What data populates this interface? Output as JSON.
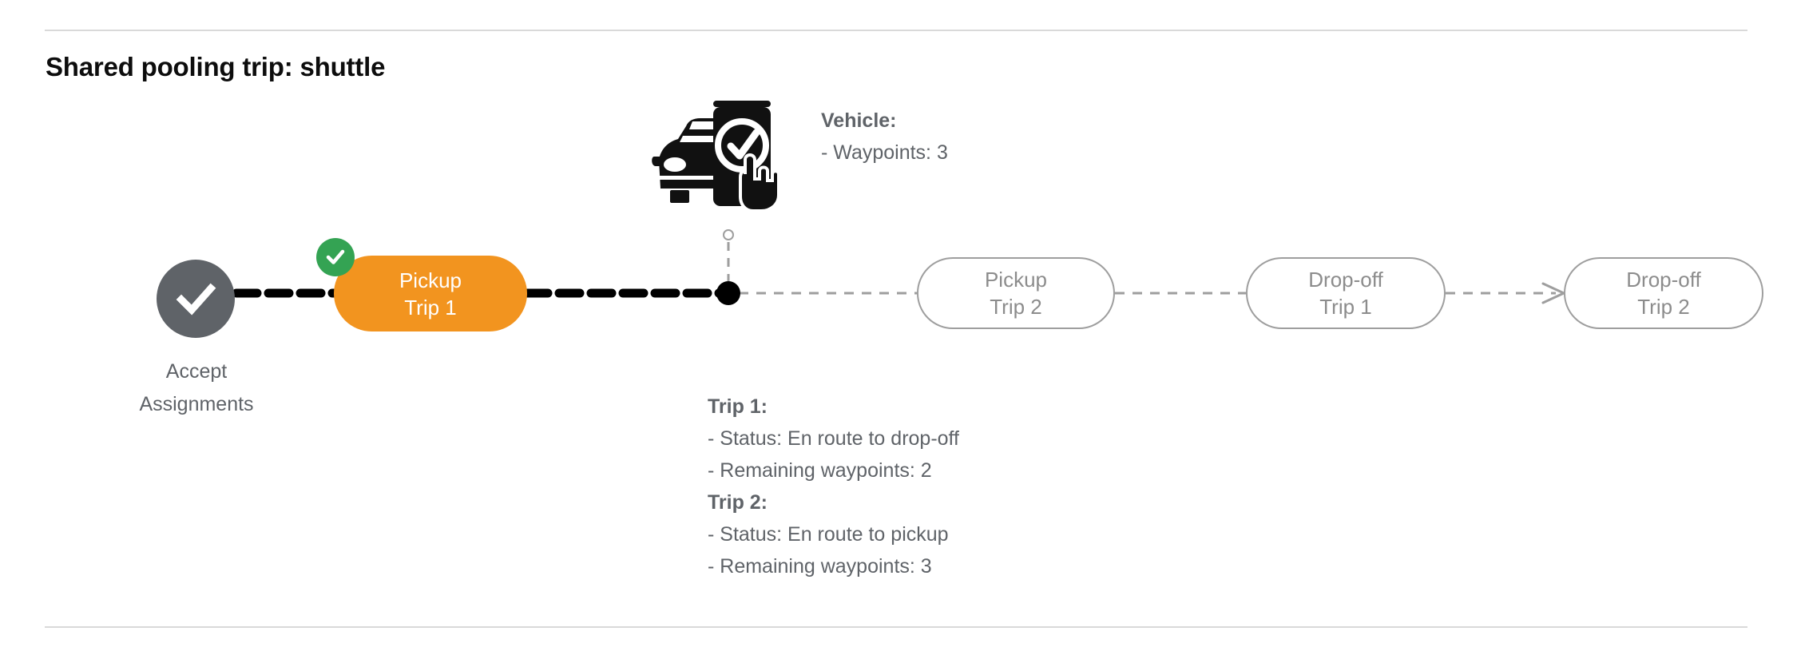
{
  "page": {
    "title": "Shared pooling trip: shuttle"
  },
  "colors": {
    "active_pill": "#F2941F",
    "badge_green": "#34A353",
    "node_gray": "#5f6368",
    "inactive_border": "#9e9e9e",
    "inactive_text": "#8c8c8c",
    "rule": "#d9d9d9",
    "completed_path": "#000000",
    "upcoming_path": "#9e9e9e"
  },
  "timeline": {
    "start_node": {
      "icon": "check-circle-icon",
      "label_line_1": "Accept",
      "label_line_2": "Assignments",
      "state": "completed"
    },
    "stops": [
      {
        "line_1": "Pickup",
        "line_2": "Trip 1",
        "state": "active",
        "badge_icon": "check-badge-icon",
        "has_badge": true
      },
      {
        "line_1": "Pickup",
        "line_2": "Trip 2",
        "state": "upcoming",
        "has_badge": false
      },
      {
        "line_1": "Drop-off",
        "line_2": "Trip 1",
        "state": "upcoming",
        "has_badge": false
      },
      {
        "line_1": "Drop-off",
        "line_2": "Trip 2",
        "state": "upcoming",
        "has_badge": false
      }
    ],
    "vehicle_marker": {
      "icon": "car-phone-check-icon"
    }
  },
  "vehicle_info": {
    "heading": "Vehicle:",
    "rows": [
      "- Waypoints: 3"
    ]
  },
  "trips_info": {
    "trip1": {
      "heading": "Trip 1:",
      "status": "- Status:  En route to drop-off",
      "waypoints": "- Remaining waypoints: 2"
    },
    "trip2": {
      "heading": "Trip 2:",
      "status": "- Status:  En route to pickup",
      "waypoints": "- Remaining waypoints: 3"
    }
  }
}
